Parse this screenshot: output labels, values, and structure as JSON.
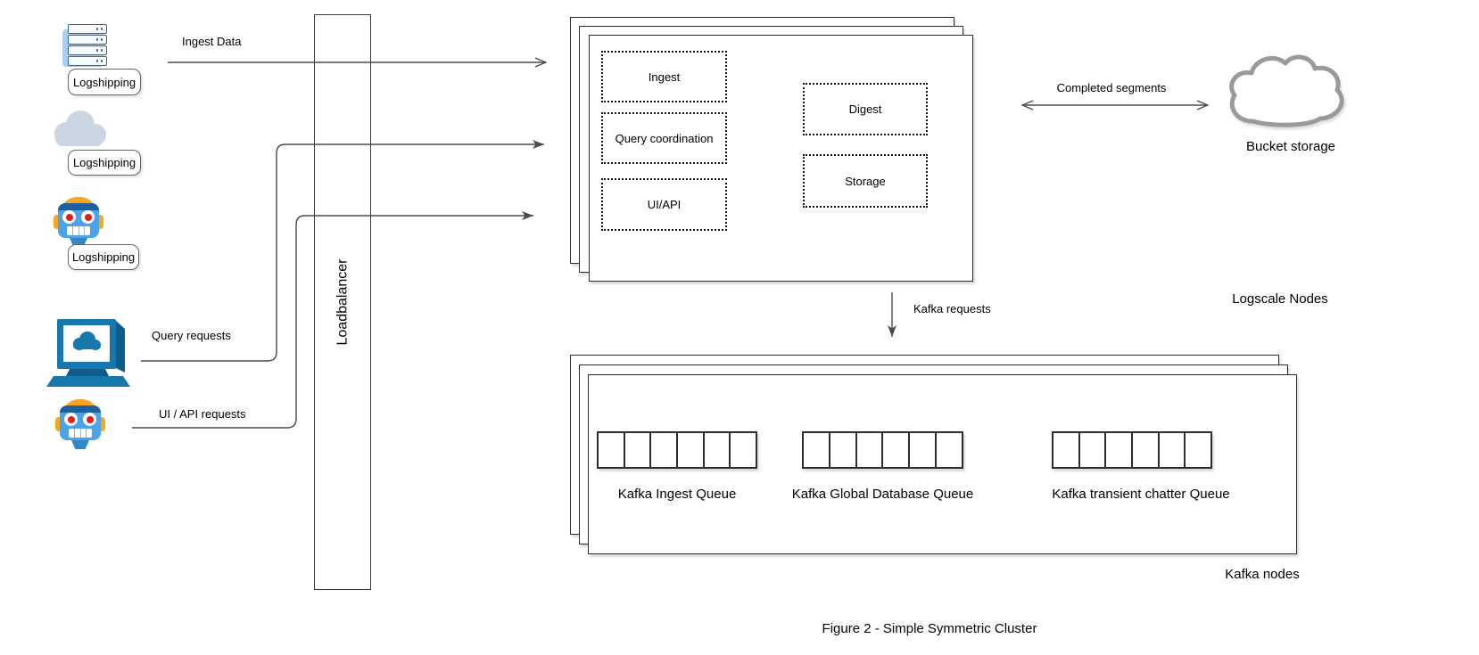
{
  "colors": {
    "line": "#4a4a4a",
    "box-border": "#2d2d2d",
    "robot-blue": "#4da3e8",
    "robot-accent": "#f6a623",
    "server-blue": "#2e6da4",
    "terminal-blue": "#1778ad",
    "cloud-gray": "#ccd6e2",
    "bucket-stroke": "#9a9a9a"
  },
  "sources": [
    {
      "icon": "server-stack-icon",
      "label": "Logshipping"
    },
    {
      "icon": "cloud-icon",
      "label": "Logshipping"
    },
    {
      "icon": "robot-icon",
      "label": "Logshipping"
    }
  ],
  "flows": {
    "ingest_data": "Ingest Data",
    "query_requests": "Query requests",
    "ui_api_requests": "UI / API requests",
    "completed_segments": "Completed segments",
    "kafka_requests": "Kafka requests"
  },
  "loadbalancer": {
    "label": "Loadbalancer"
  },
  "logscale": {
    "label": "Logscale Nodes",
    "left_components": [
      {
        "label": "Ingest"
      },
      {
        "label": "Query coordination"
      },
      {
        "label": "UI/API"
      }
    ],
    "right_components": [
      {
        "label": "Digest"
      },
      {
        "label": "Storage"
      }
    ]
  },
  "bucket": {
    "label": "Bucket storage"
  },
  "kafka": {
    "label": "Kafka nodes",
    "queues": [
      {
        "label": "Kafka Ingest Queue",
        "cells": 6
      },
      {
        "label": "Kafka Global Database Queue",
        "cells": 6
      },
      {
        "label": "Kafka transient chatter Queue",
        "cells": 6
      }
    ]
  },
  "caption": "Figure 2 - Simple Symmetric Cluster"
}
